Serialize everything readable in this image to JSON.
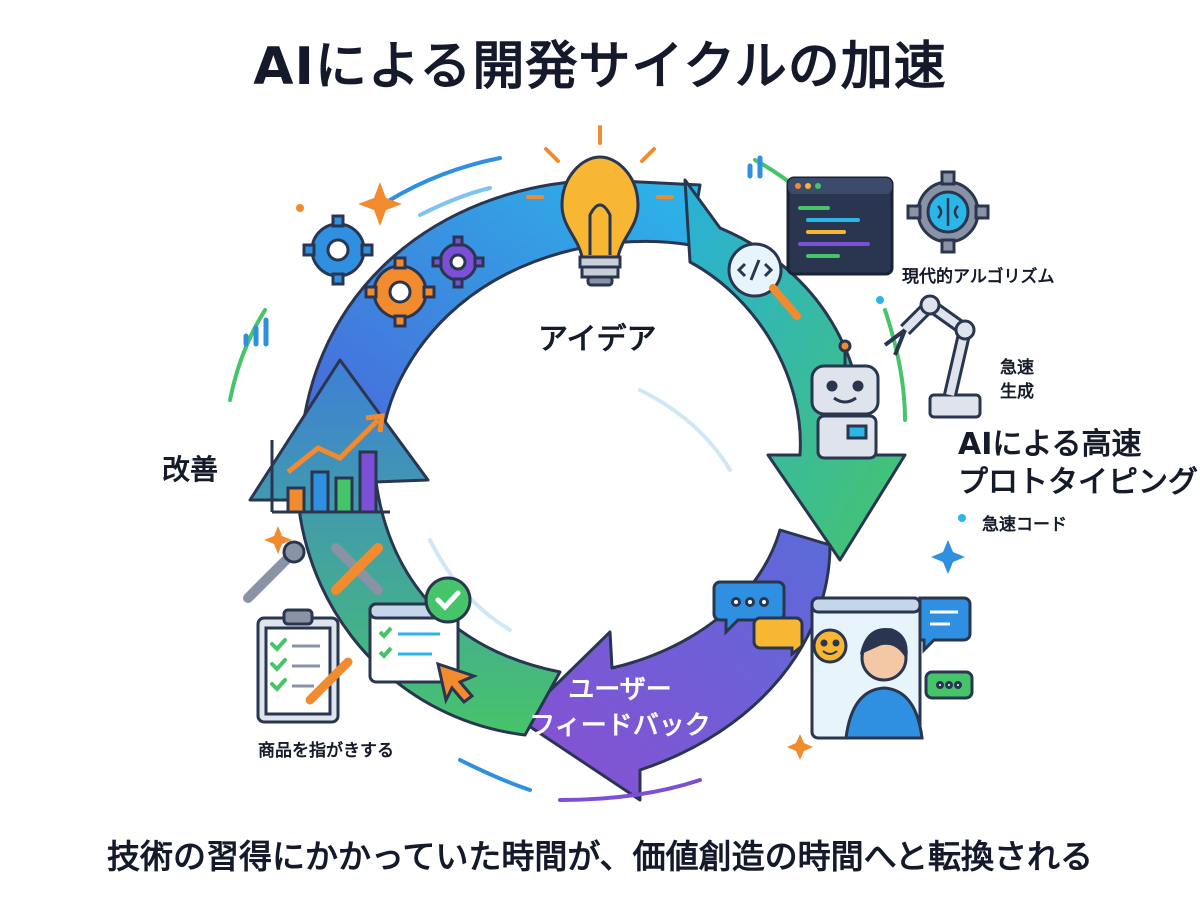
{
  "title": "AIによる開発サイクルの加速",
  "subtitle": "技術の習得にかかっていた時間が、価値創造の時間へと転換される",
  "stages": {
    "idea": "アイデア",
    "prototyping_line1": "AIによる高速",
    "prototyping_line2": "プロトタイピング",
    "feedback_line1": "ユーザー",
    "feedback_line2": "フィードバック",
    "improvement": "改善"
  },
  "annotations": {
    "modern_algorithms": "現代的アルゴリズム",
    "rapid_generation_line1": "急速",
    "rapid_generation_line2": "生成",
    "rapid_code": "急速コード",
    "product_pointing": "商品を指がきする"
  },
  "colors": {
    "blue": "#2f8fe0",
    "green": "#3cbf6e",
    "purple": "#7b4fd6",
    "orange": "#f28a2e",
    "yellow": "#f7b733",
    "navy": "#2a3650"
  },
  "icons": [
    "lightbulb-icon",
    "code-window-icon",
    "brain-gear-icon",
    "robot-icon",
    "robot-arm-icon",
    "chat-bubble-icon",
    "user-video-icon",
    "clipboard-checklist-icon",
    "checked-document-icon",
    "growth-chart-icon",
    "gear-icon",
    "wrench-icon",
    "sparkle-icon"
  ]
}
